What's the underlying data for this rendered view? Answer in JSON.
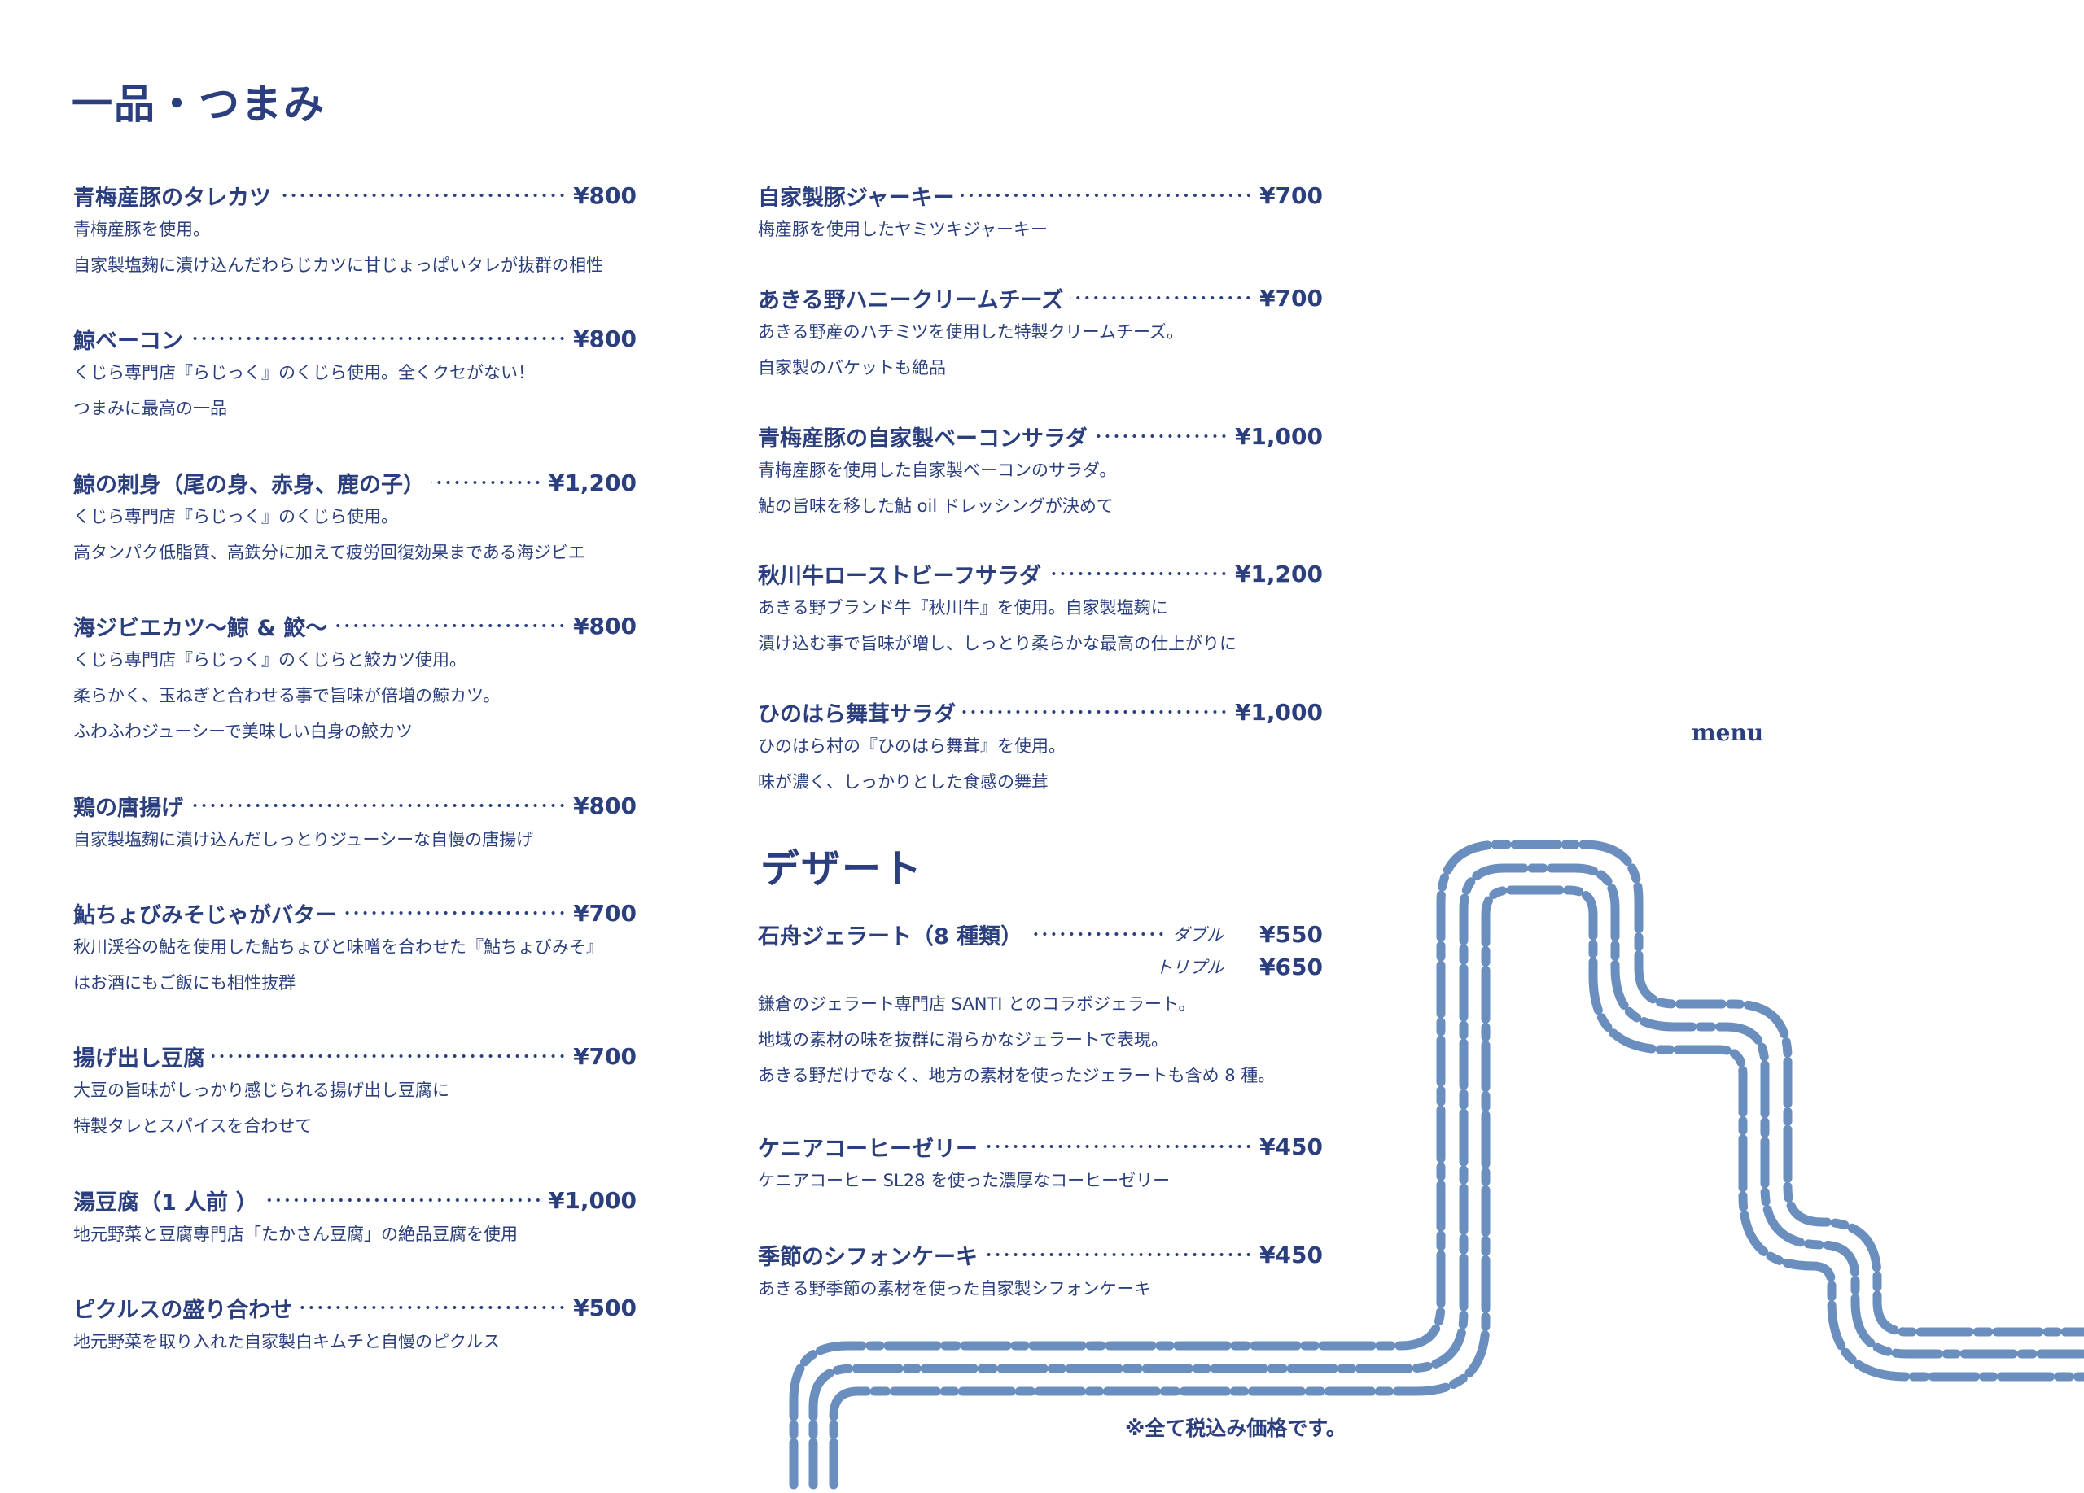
{
  "sections": {
    "snacks_title": "一品・つまみ",
    "dessert_title": "デザート",
    "menu_label": "menu",
    "tax_note": "※全て税込み価格です。"
  },
  "left_items": [
    {
      "name": "青梅産豚のタレカツ",
      "price": "¥800",
      "desc": [
        "青梅産豚を使用。",
        "自家製塩麹に漬け込んだわらじカツに甘じょっぱいタレが抜群の相性"
      ]
    },
    {
      "name": "鯨ベーコン",
      "price": "¥800",
      "desc": [
        "くじら専門店『らじっく』のくじら使用。全くクセがない！",
        "つまみに最高の一品"
      ]
    },
    {
      "name": "鯨の刺身（尾の身、赤身、鹿の子）",
      "price": "¥1,200",
      "desc": [
        "くじら専門店『らじっく』のくじら使用。",
        "高タンパク低脂質、高鉄分に加えて疲労回復効果まである海ジビエ"
      ]
    },
    {
      "name": "海ジビエカツ〜鯨 & 鮫〜",
      "price": "¥800",
      "desc": [
        "くじら専門店『らじっく』のくじらと鮫カツ使用。",
        "柔らかく、玉ねぎと合わせる事で旨味が倍増の鯨カツ。",
        "ふわふわジューシーで美味しい白身の鮫カツ"
      ]
    },
    {
      "name": "鶏の唐揚げ",
      "price": "¥800",
      "desc": [
        "自家製塩麹に漬け込んだしっとりジューシーな自慢の唐揚げ"
      ]
    },
    {
      "name": "鮎ちょびみそじゃがバター",
      "price": "¥700",
      "desc": [
        "秋川渓谷の鮎を使用した鮎ちょびと味噌を合わせた『鮎ちょびみそ』",
        "はお酒にもご飯にも相性抜群"
      ]
    },
    {
      "name": "揚げ出し豆腐",
      "price": "¥700",
      "desc": [
        "大豆の旨味がしっかり感じられる揚げ出し豆腐に",
        "特製タレとスパイスを合わせて"
      ]
    },
    {
      "name": "湯豆腐（1 人前 ）",
      "price": "¥1,000",
      "desc": [
        "地元野菜と豆腐専門店「たかさん豆腐」の絶品豆腐を使用"
      ]
    },
    {
      "name": "ピクルスの盛り合わせ",
      "price": "¥500",
      "desc": [
        "地元野菜を取り入れた自家製白キムチと自慢のピクルス"
      ]
    }
  ],
  "right_items": [
    {
      "name": "自家製豚ジャーキー",
      "price": "¥700",
      "desc": [
        "梅産豚を使用したヤミツキジャーキー"
      ]
    },
    {
      "name": "あきる野ハニークリームチーズ",
      "price": "¥700",
      "desc": [
        "あきる野産のハチミツを使用した特製クリームチーズ。",
        "自家製のバケットも絶品"
      ]
    },
    {
      "name": "青梅産豚の自家製ベーコンサラダ",
      "price": "¥1,000",
      "desc": [
        "青梅産豚を使用した自家製ベーコンのサラダ。",
        "鮎の旨味を移した鮎 oil ドレッシングが決めて"
      ]
    },
    {
      "name": "秋川牛ローストビーフサラダ",
      "price": "¥1,200",
      "desc": [
        "あきる野ブランド牛『秋川牛』を使用。自家製塩麹に",
        "漬け込む事で旨味が増し、しっとり柔らかな最高の仕上がりに"
      ]
    },
    {
      "name": "ひのはら舞茸サラダ",
      "price": "¥1,000",
      "desc": [
        "ひのはら村の『ひのはら舞茸』を使用。",
        "味が濃く、しっかりとした食感の舞茸"
      ]
    }
  ],
  "desserts": [
    {
      "name": "石舟ジェラート（8 種類）",
      "variants": [
        {
          "label": "ダブル",
          "price": "¥550"
        },
        {
          "label": "トリプル",
          "price": "¥650"
        }
      ],
      "desc": [
        "鎌倉のジェラート専門店 SANTI とのコラボジェラート。",
        "地域の素材の味を抜群に滑らかなジェラートで表現。",
        "あきる野だけでなく、地方の素材を使ったジェラートも含め 8 種。"
      ]
    },
    {
      "name": "ケニアコーヒーゼリー",
      "price": "¥450",
      "desc": [
        "ケニアコーヒー SL28 を使った濃厚なコーヒーゼリー"
      ]
    },
    {
      "name": "季節のシフォンケーキ",
      "price": "¥450",
      "desc": [
        "あきる野季節の素材を使った自家製シフォンケーキ"
      ]
    }
  ],
  "colors": {
    "text": "#2b3f7e",
    "track": "#6a8fbf"
  }
}
